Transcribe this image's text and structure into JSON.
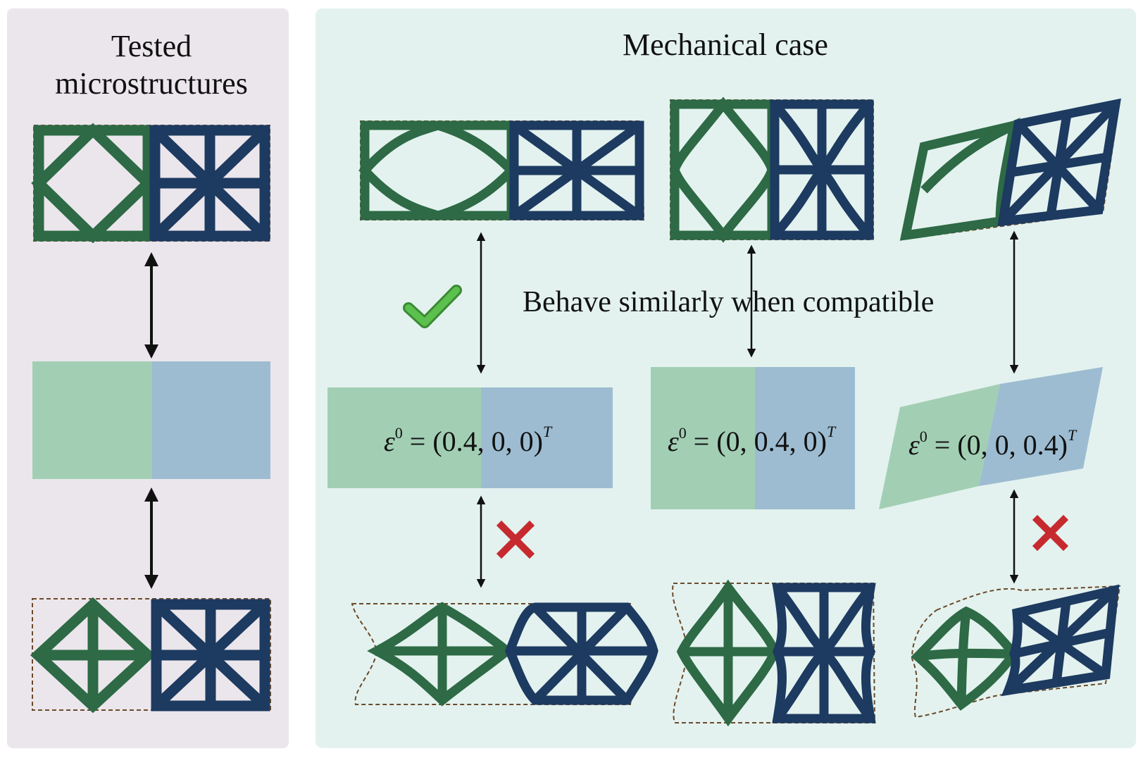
{
  "left_panel": {
    "title_line1": "Tested",
    "title_line2": "microstructures"
  },
  "right_panel": {
    "title": "Mechanical case",
    "note": "Behave similarly when compatible",
    "cases": [
      {
        "strain": "(0.4, 0, 0)",
        "superscript": "0",
        "transpose": "T"
      },
      {
        "strain": "(0, 0.4, 0)",
        "superscript": "0",
        "transpose": "T"
      },
      {
        "strain": "(0, 0, 0.4)",
        "superscript": "0",
        "transpose": "T"
      }
    ]
  },
  "symbols": {
    "epsilon": "ε",
    "equals": " = "
  },
  "colors": {
    "left_bg": "#ebe6ec",
    "right_bg": "#e3f2ef",
    "green_struct": "#2d6a45",
    "blue_struct": "#1d3a60",
    "green_fill": "#a2cfb4",
    "blue_fill": "#9dbcd1",
    "check": "#4caf3e",
    "cross": "#c62a2f"
  }
}
